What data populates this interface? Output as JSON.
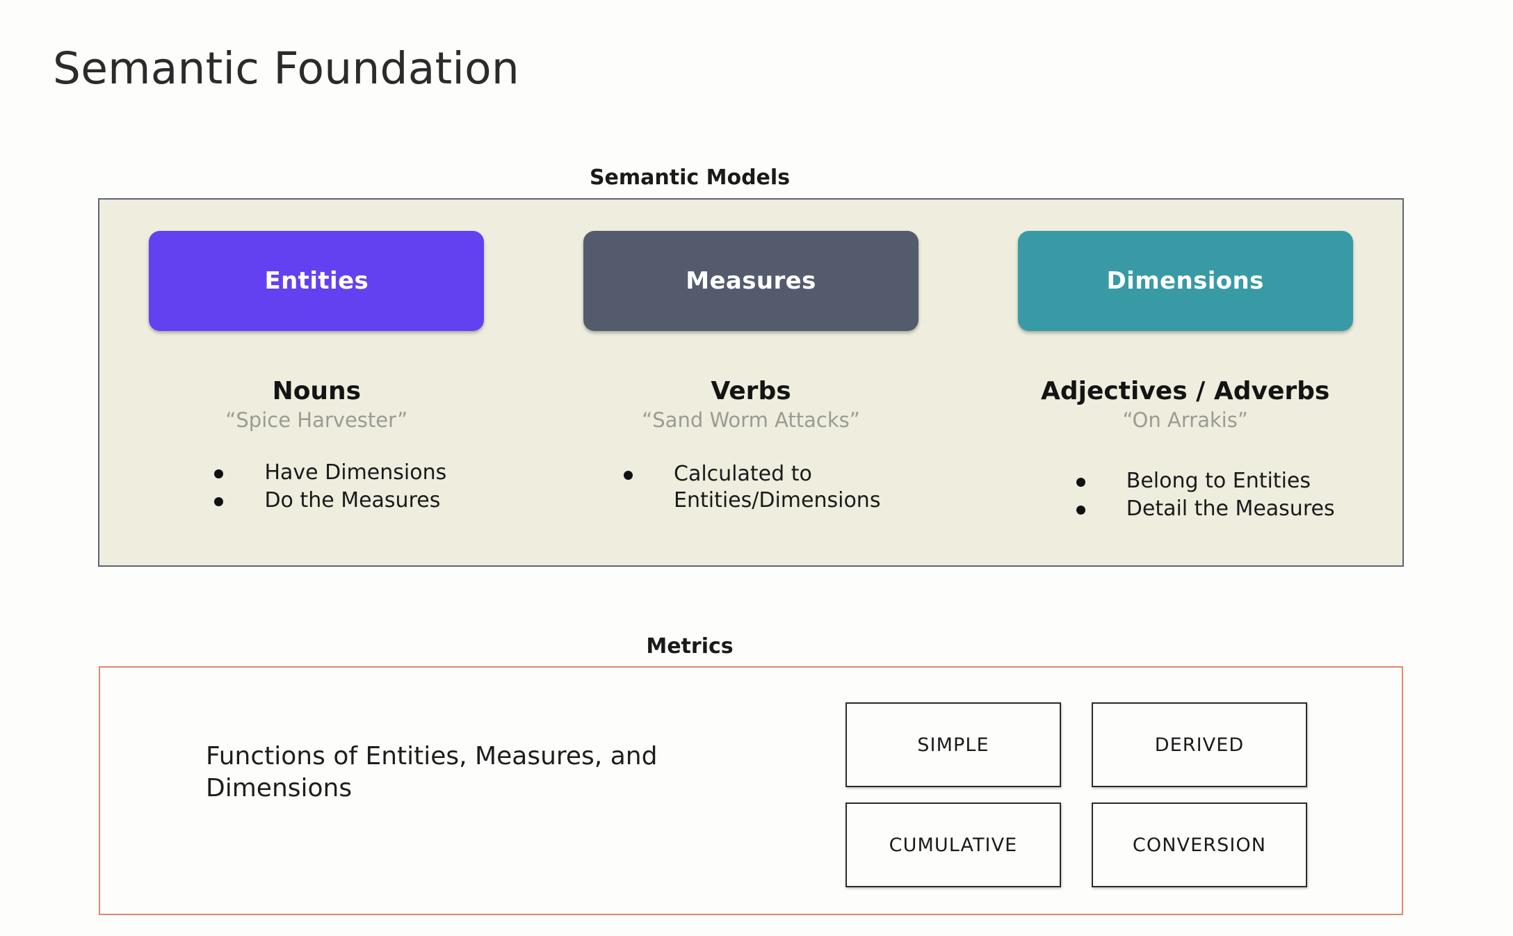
{
  "slide": {
    "title": "Semantic Foundation"
  },
  "semantic_models": {
    "caption": "Semantic Models",
    "panel_bg": "#eeedde",
    "panel_border": "#5e6472",
    "columns": [
      {
        "chip_label": "Entities",
        "chip_color": "#6441f0",
        "part_of_speech": "Nouns",
        "example": "“Spice Harvester”",
        "bullets": [
          "Have Dimensions",
          "Do the Measures"
        ]
      },
      {
        "chip_label": "Measures",
        "chip_color": "#535b6d",
        "part_of_speech": "Verbs",
        "example": "“Sand Worm Attacks”",
        "bullets": [
          "Calculated to Entities/Dimensions"
        ]
      },
      {
        "chip_label": "Dimensions",
        "chip_color": "#389aa5",
        "part_of_speech": "Adjectives / Adverbs",
        "example": "“On Arrakis”",
        "bullets": [
          "Belong to Entities",
          "Detail the Measures"
        ]
      }
    ]
  },
  "metrics": {
    "caption": "Metrics",
    "panel_border": "#e0876c",
    "description": "Functions of Entities, Measures, and Dimensions",
    "types": [
      "SIMPLE",
      "DERIVED",
      "CUMULATIVE",
      "CONVERSION"
    ]
  }
}
